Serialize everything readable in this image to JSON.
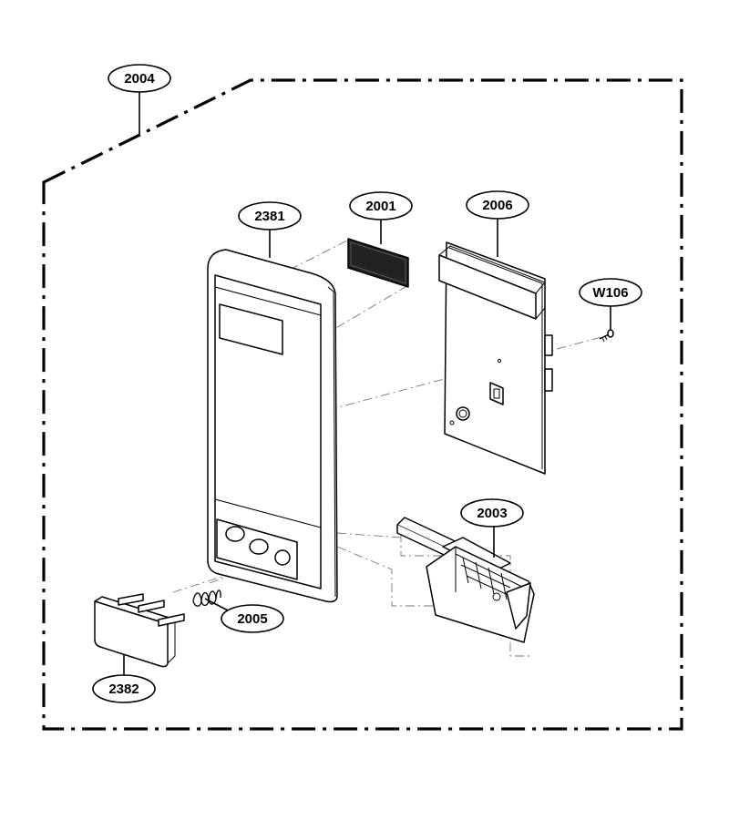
{
  "callouts": {
    "c2004": "2004",
    "c2381": "2381",
    "c2001": "2001",
    "c2006": "2006",
    "cW106": "W106",
    "c2003": "2003",
    "c2005": "2005",
    "c2382": "2382"
  }
}
